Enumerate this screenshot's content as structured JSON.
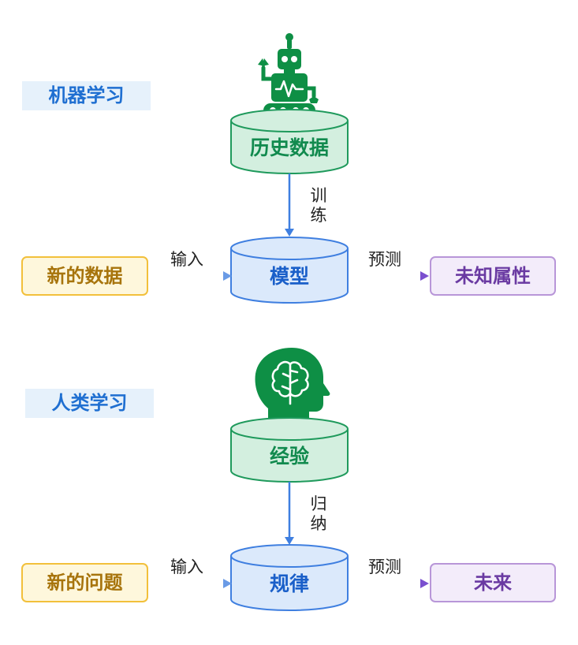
{
  "machine_learning": {
    "section_label": "机器学习",
    "data_source": "历史数据",
    "train_label": "训练",
    "model": "模型",
    "input": "新的数据",
    "input_edge": "输入",
    "predict_edge": "预测",
    "output": "未知属性"
  },
  "human_learning": {
    "section_label": "人类学习",
    "data_source": "经验",
    "induce_label": "归纳",
    "model": "规律",
    "input": "新的问题",
    "input_edge": "输入",
    "predict_edge": "预测",
    "output": "未来"
  },
  "icons": {
    "top": "robot-icon",
    "bottom": "human-brain-icon"
  },
  "colors": {
    "section_label_bg": "#e6f1fb",
    "section_label_text": "#1f6fd1",
    "green_cylinder_fill": "#d3efdf",
    "green_cylinder_stroke": "#1f9a5c",
    "green_text": "#118a4e",
    "blue_cylinder_fill": "#dbe9fb",
    "blue_cylinder_stroke": "#3f7fe0",
    "blue_text": "#1a5fc9",
    "input_box_fill": "#fef7dc",
    "input_box_stroke": "#f2c03b",
    "input_text": "#a7740c",
    "output_box_fill": "#f3ecfa",
    "output_box_stroke": "#b896d8",
    "output_text": "#6a3aa2",
    "icon_green": "#0e8f45",
    "arrow_blue": "#3f7fe0",
    "arrow_purple": "#7a4fcf"
  }
}
